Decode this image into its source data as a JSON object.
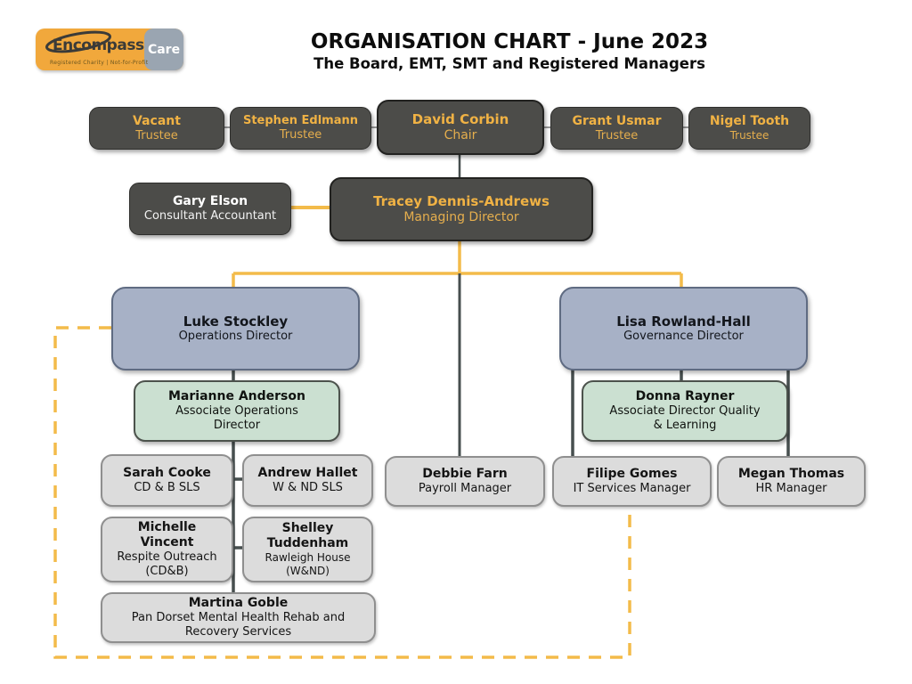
{
  "header": {
    "title": "ORGANISATION CHART  - June 2023",
    "subtitle": "The Board, EMT, SMT and Registered Managers",
    "logo": {
      "brand_main": "Encompass",
      "brand_accent": "Care",
      "tagline": "Registered Charity  |  Not-for-Profit"
    }
  },
  "colors": {
    "box_dark": "#4c4c49",
    "box_blue": "#a7b1c6",
    "box_green": "#cbe0d1",
    "box_gray": "#dcdcdc",
    "text_gold": "#efb347",
    "line_yellow": "#f3bb4a",
    "line_dark": "#474f4f",
    "line_gray": "#9a9a9a",
    "logo_orange": "#f1a83c",
    "logo_gray": "#9aa5b1"
  },
  "nodes": {
    "vacant": {
      "name": "Vacant",
      "role": "Trustee"
    },
    "edlmann": {
      "name": "Stephen Edlmann",
      "role": "Trustee"
    },
    "corbin": {
      "name": "David Corbin",
      "role": "Chair"
    },
    "usmar": {
      "name": "Grant Usmar",
      "role": "Trustee"
    },
    "tooth": {
      "name": "Nigel Tooth",
      "role": "Trustee"
    },
    "elson": {
      "name": "Gary Elson",
      "role": "Consultant Accountant"
    },
    "dennis_andrews": {
      "name": "Tracey Dennis-Andrews",
      "role": "Managing Director"
    },
    "stockley": {
      "name": "Luke Stockley",
      "role": "Operations Director"
    },
    "rowland_hall": {
      "name": "Lisa Rowland-Hall",
      "role": "Governance Director"
    },
    "anderson": {
      "name": "Marianne Anderson",
      "role": "Associate Operations Director"
    },
    "rayner": {
      "name": "Donna Rayner",
      "role": "Associate Director Quality & Learning"
    },
    "cooke": {
      "name": "Sarah Cooke",
      "role": "CD & B SLS"
    },
    "hallet": {
      "name": "Andrew Hallet",
      "role": "W & ND SLS"
    },
    "farn": {
      "name": "Debbie Farn",
      "role": "Payroll Manager"
    },
    "gomes": {
      "name": "Filipe Gomes",
      "role": "IT Services Manager"
    },
    "thomas": {
      "name": "Megan Thomas",
      "role": "HR Manager"
    },
    "vincent": {
      "name": "Michelle Vincent",
      "role": "Respite Outreach (CD&B)"
    },
    "tuddenham": {
      "name": "Shelley Tuddenham",
      "role": "Rawleigh House (W&ND)"
    },
    "goble": {
      "name": "Martina Goble",
      "role": "Pan Dorset Mental Health Rehab and Recovery Services"
    }
  }
}
